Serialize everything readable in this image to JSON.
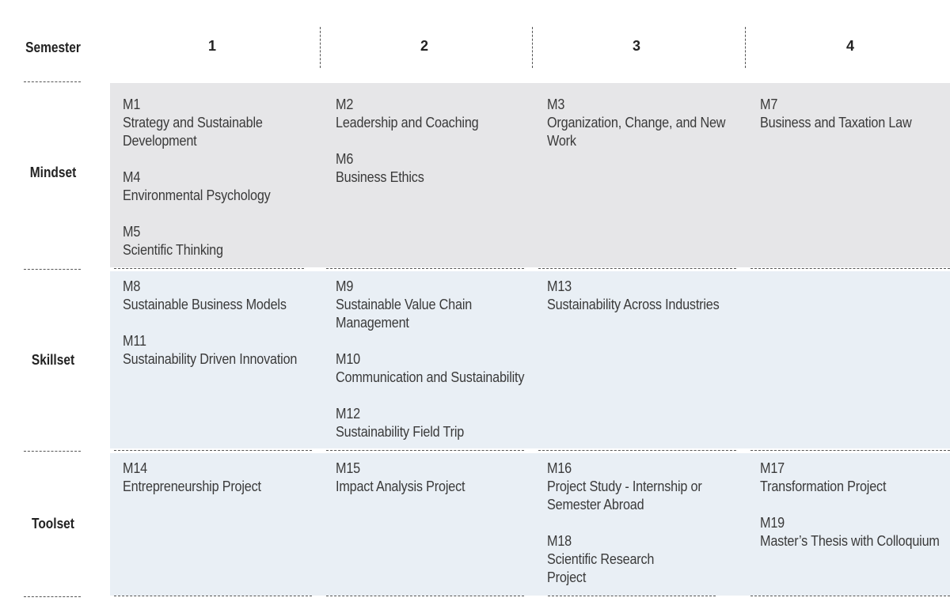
{
  "header": {
    "semester_label": "Semester",
    "semesters": [
      "1",
      "2",
      "3",
      "4"
    ]
  },
  "rows": [
    {
      "label": "Mindset",
      "cells": [
        [
          {
            "code": "M1",
            "title": "Strategy and Sustainable\nDevelopment"
          },
          {
            "code": "M4",
            "title": "Environmental Psychology"
          },
          {
            "code": "M5",
            "title": "Scientific Thinking"
          }
        ],
        [
          {
            "code": "M2",
            "title": "Leadership and Coaching"
          },
          {
            "code": "M6",
            "title": "Business Ethics"
          }
        ],
        [
          {
            "code": "M3",
            "title": "Organization, Change, and New\nWork"
          }
        ],
        [
          {
            "code": "M7",
            "title": "Business and Taxation Law"
          }
        ]
      ]
    },
    {
      "label": "Skillset",
      "cells": [
        [
          {
            "code": "M8",
            "title": "Sustainable Business Models"
          },
          {
            "code": "M11",
            "title": "Sustainability Driven Innovation"
          }
        ],
        [
          {
            "code": "M9",
            "title": "Sustainable Value Chain\nManagement"
          },
          {
            "code": "M10",
            "title": "Communication and Sustainability"
          },
          {
            "code": "M12",
            "title": "Sustainability Field Trip"
          }
        ],
        [
          {
            "code": "M13",
            "title": "Sustainability Across Industries"
          }
        ],
        []
      ]
    },
    {
      "label": "Toolset",
      "cells": [
        [
          {
            "code": "M14",
            "title": "Entrepreneurship Project"
          }
        ],
        [
          {
            "code": "M15",
            "title": "Impact Analysis Project"
          }
        ],
        [
          {
            "code": "M16",
            "title": "Project Study - Internship or\nSemester Abroad"
          },
          {
            "code": "M18",
            "title": "Scientific Research\nProject"
          }
        ],
        [
          {
            "code": "M17",
            "title": "Transformation Project"
          },
          {
            "code": "M19",
            "title": "Master’s Thesis with Colloquium"
          }
        ]
      ]
    }
  ],
  "colors": {
    "mindset_bg": "#e6e6e8",
    "skillset_bg": "#e9eff5",
    "toolset_bg": "#e9eff5"
  }
}
